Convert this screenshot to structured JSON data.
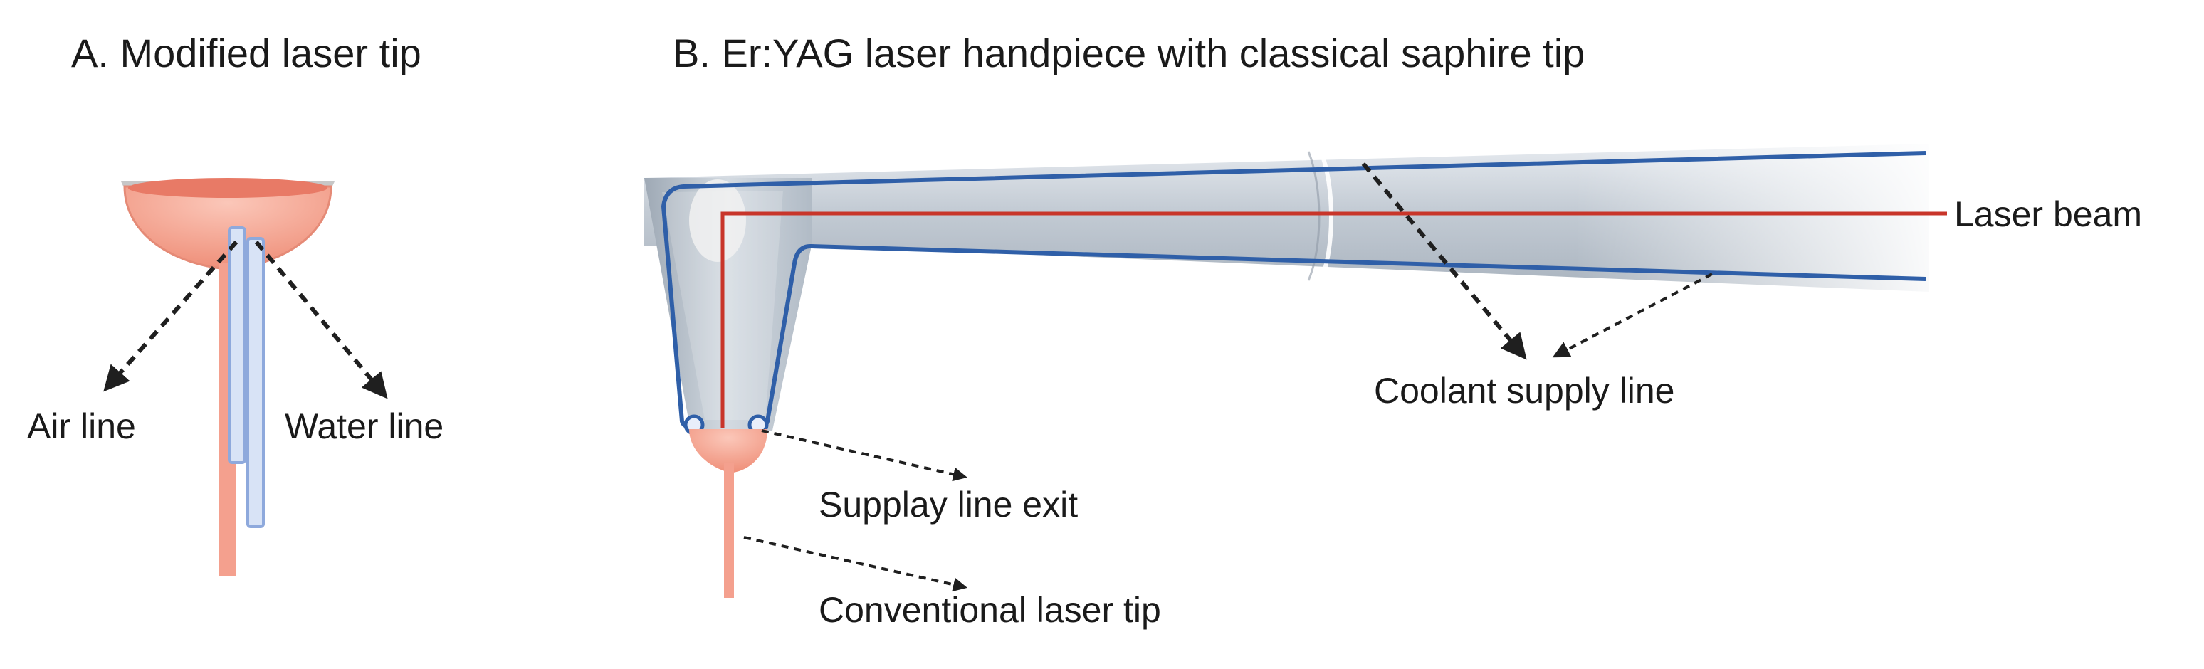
{
  "panel_a": {
    "title": "A. Modified laser tip",
    "labels": {
      "air": "Air line",
      "water": "Water line"
    }
  },
  "panel_b": {
    "title": "B. Er:YAG laser handpiece with classical saphire tip",
    "labels": {
      "laser_beam": "Laser beam",
      "coolant": "Coolant supply line",
      "exit": "Supplay line exit",
      "tip": "Conventional laser tip"
    }
  },
  "colors": {
    "tip": "#f4a08e",
    "tip_dark": "#e87a66",
    "line_blue": "#2f5fa8",
    "tube_blue": "#b8c9ea",
    "laser_red": "#c8352a",
    "handpiece_grey": "#c9d0d8",
    "arrow": "#1f1f1f"
  }
}
